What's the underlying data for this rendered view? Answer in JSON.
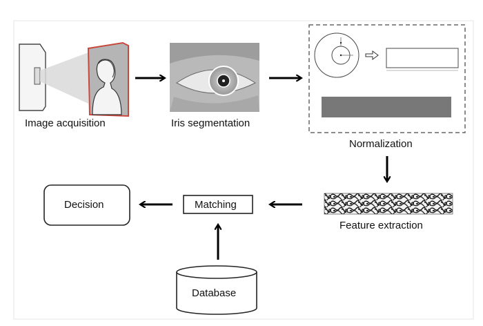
{
  "steps": {
    "acquisition": "Image acquisition",
    "segmentation": "Iris segmentation",
    "normalization": "Normalization",
    "feature_extraction": "Feature extraction",
    "matching": "Matching",
    "decision": "Decision",
    "database": "Database"
  },
  "colors": {
    "frame": "#c8c8c8",
    "accent_red": "#c8473d",
    "arrow": "#000000",
    "panel_grey": "#a9a9a9"
  }
}
